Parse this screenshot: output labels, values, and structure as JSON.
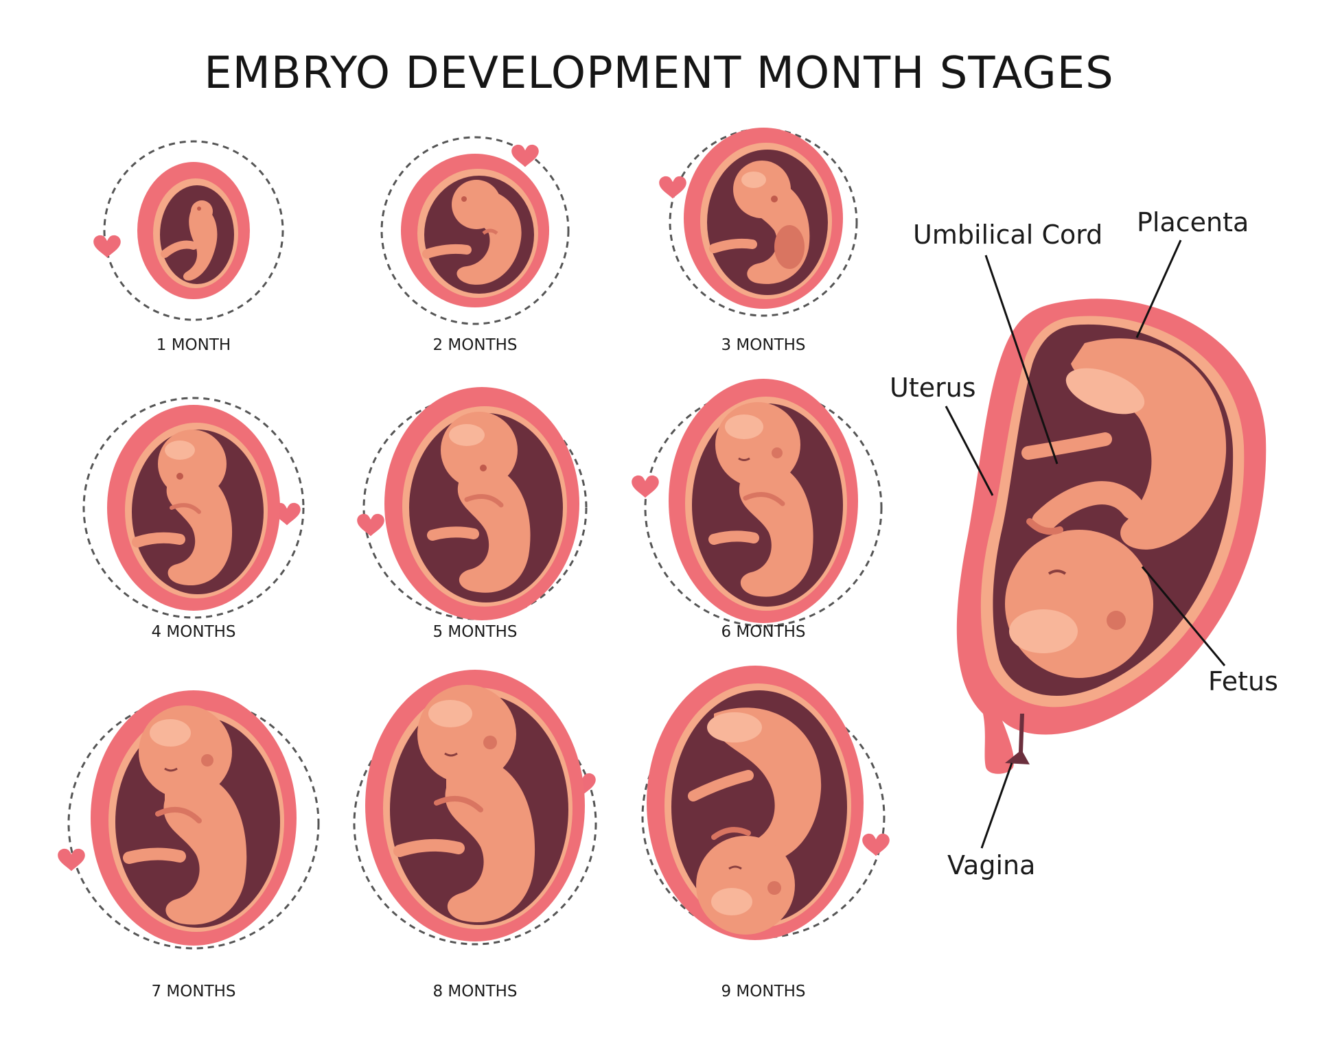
{
  "title": "EMBRYO DEVELOPMENT MONTH STAGES",
  "stages": [
    {
      "label": "1 MONTH"
    },
    {
      "label": "2 MONTHS"
    },
    {
      "label": "3 MONTHS"
    },
    {
      "label": "4 MONTHS"
    },
    {
      "label": "5 MONTHS"
    },
    {
      "label": "6 MONTHS"
    },
    {
      "label": "7 MONTHS"
    },
    {
      "label": "8 MONTHS"
    },
    {
      "label": "9 MONTHS"
    }
  ],
  "anatomy_labels": {
    "umbilical_cord": "Umbilical Cord",
    "placenta": "Placenta",
    "uterus": "Uterus",
    "fetus": "Fetus",
    "vagina": "Vagina"
  },
  "colors": {
    "uterus_pink": "#ef6f77",
    "wall_light": "#f5a989",
    "cavity_dark": "#6b2f3d",
    "skin": "#f0987a",
    "skin_light": "#f8b69a",
    "skin_shadow": "#d97561",
    "heart": "#ee6c78",
    "dash": "#555555"
  }
}
